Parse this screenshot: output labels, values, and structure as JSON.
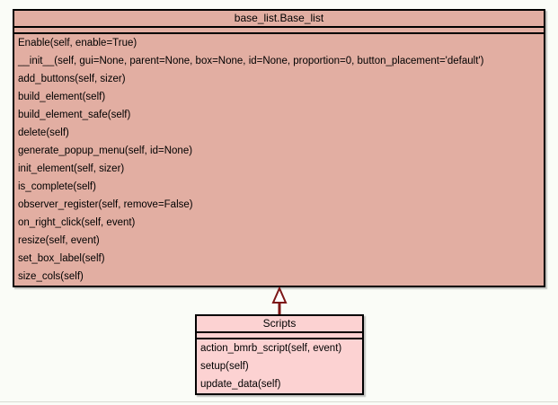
{
  "page": {
    "background_color": "#fafcf7",
    "divider_color": "#d9dbd3"
  },
  "diagram": {
    "type": "uml-class-diagram",
    "classes": [
      {
        "id": "base_list",
        "title": "base_list.Base_list",
        "fill_color": "#e2aea2",
        "border_color": "#000000",
        "attributes": [],
        "methods": [
          "Enable(self, enable=True)",
          "__init__(self, gui=None, parent=None, box=None, id=None, proportion=0, button_placement='default')",
          "add_buttons(self, sizer)",
          "build_element(self)",
          "build_element_safe(self)",
          "delete(self)",
          "generate_popup_menu(self, id=None)",
          "init_element(self, sizer)",
          "is_complete(self)",
          "observer_register(self, remove=False)",
          "on_right_click(self, event)",
          "resize(self, event)",
          "set_box_label(self)",
          "size_cols(self)"
        ]
      },
      {
        "id": "scripts",
        "title": "Scripts",
        "fill_color": "#fcd2d2",
        "border_color": "#000000",
        "attributes": [],
        "methods": [
          "action_bmrb_script(self, event)",
          "setup(self)",
          "update_data(self)"
        ]
      }
    ],
    "relations": [
      {
        "type": "inheritance",
        "from": "Scripts",
        "to": "base_list.Base_list",
        "arrow_color": "#7c1616",
        "arrowhead": "hollow-triangle-up"
      }
    ]
  }
}
